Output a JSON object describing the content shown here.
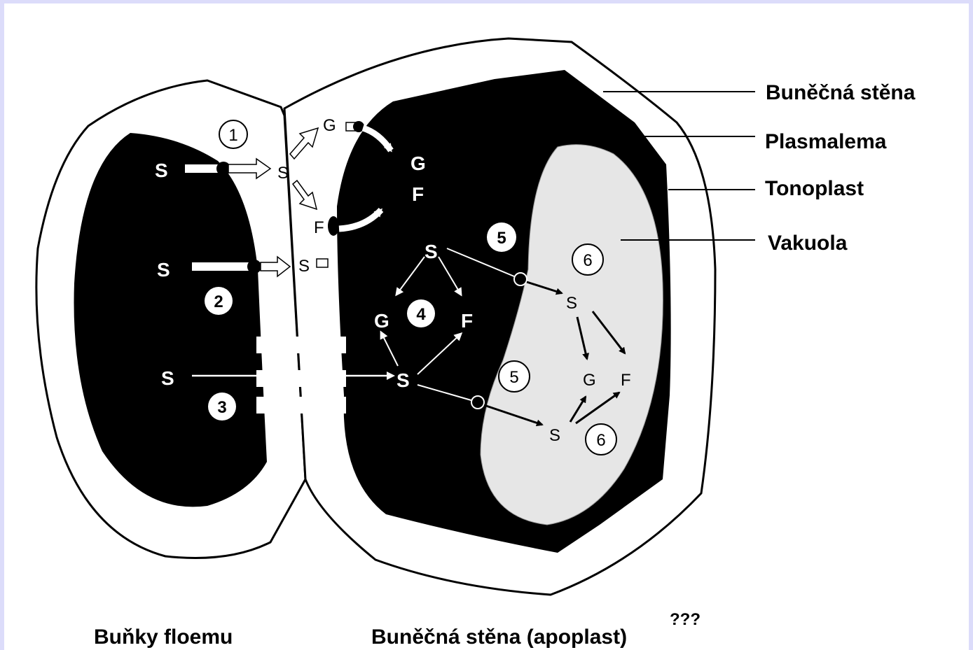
{
  "labels": {
    "cell_wall": "Buněčná stěna",
    "plasmalemma": "Plasmalema",
    "tonoplast": "Tonoplast",
    "vacuole": "Vakuola",
    "phloem_cells": "Buňky floemu",
    "apoplast": "Buněčná stěna (apoplast)",
    "question_marks": "???"
  },
  "symbols": {
    "sucrose": "S",
    "glucose": "G",
    "fructose": "F"
  },
  "steps": [
    "1",
    "2",
    "3",
    "4",
    "5",
    "6"
  ],
  "colors": {
    "background_border": "#dcdcfa",
    "cytoplasm": "#000000",
    "vacuole": "#e6e6e6",
    "wall": "#ffffff"
  }
}
